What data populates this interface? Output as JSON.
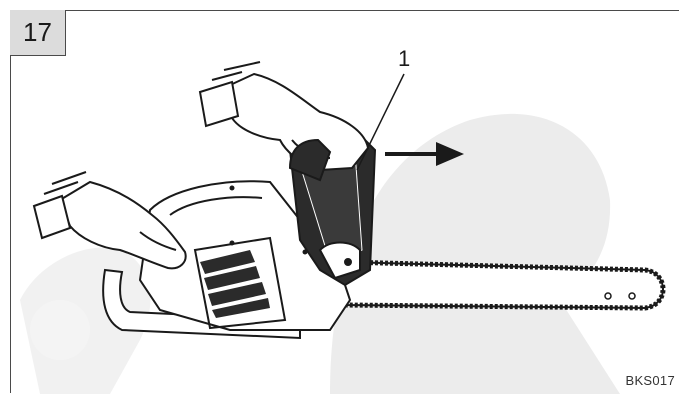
{
  "figure": {
    "number": "17",
    "callout_label": "1",
    "image_code": "BKS017"
  },
  "icons": [
    "chainsaw-illustration",
    "gloved-left-hand-icon",
    "gloved-right-hand-icon",
    "direction-arrow-icon",
    "watermark-icon"
  ],
  "colors": {
    "frame": "#4a4a4a",
    "badge_background": "#dcdcdc",
    "ink": "#1a1a1a",
    "chainsaw_dark_part": "#2b2b2b",
    "watermark": "#ececec"
  }
}
